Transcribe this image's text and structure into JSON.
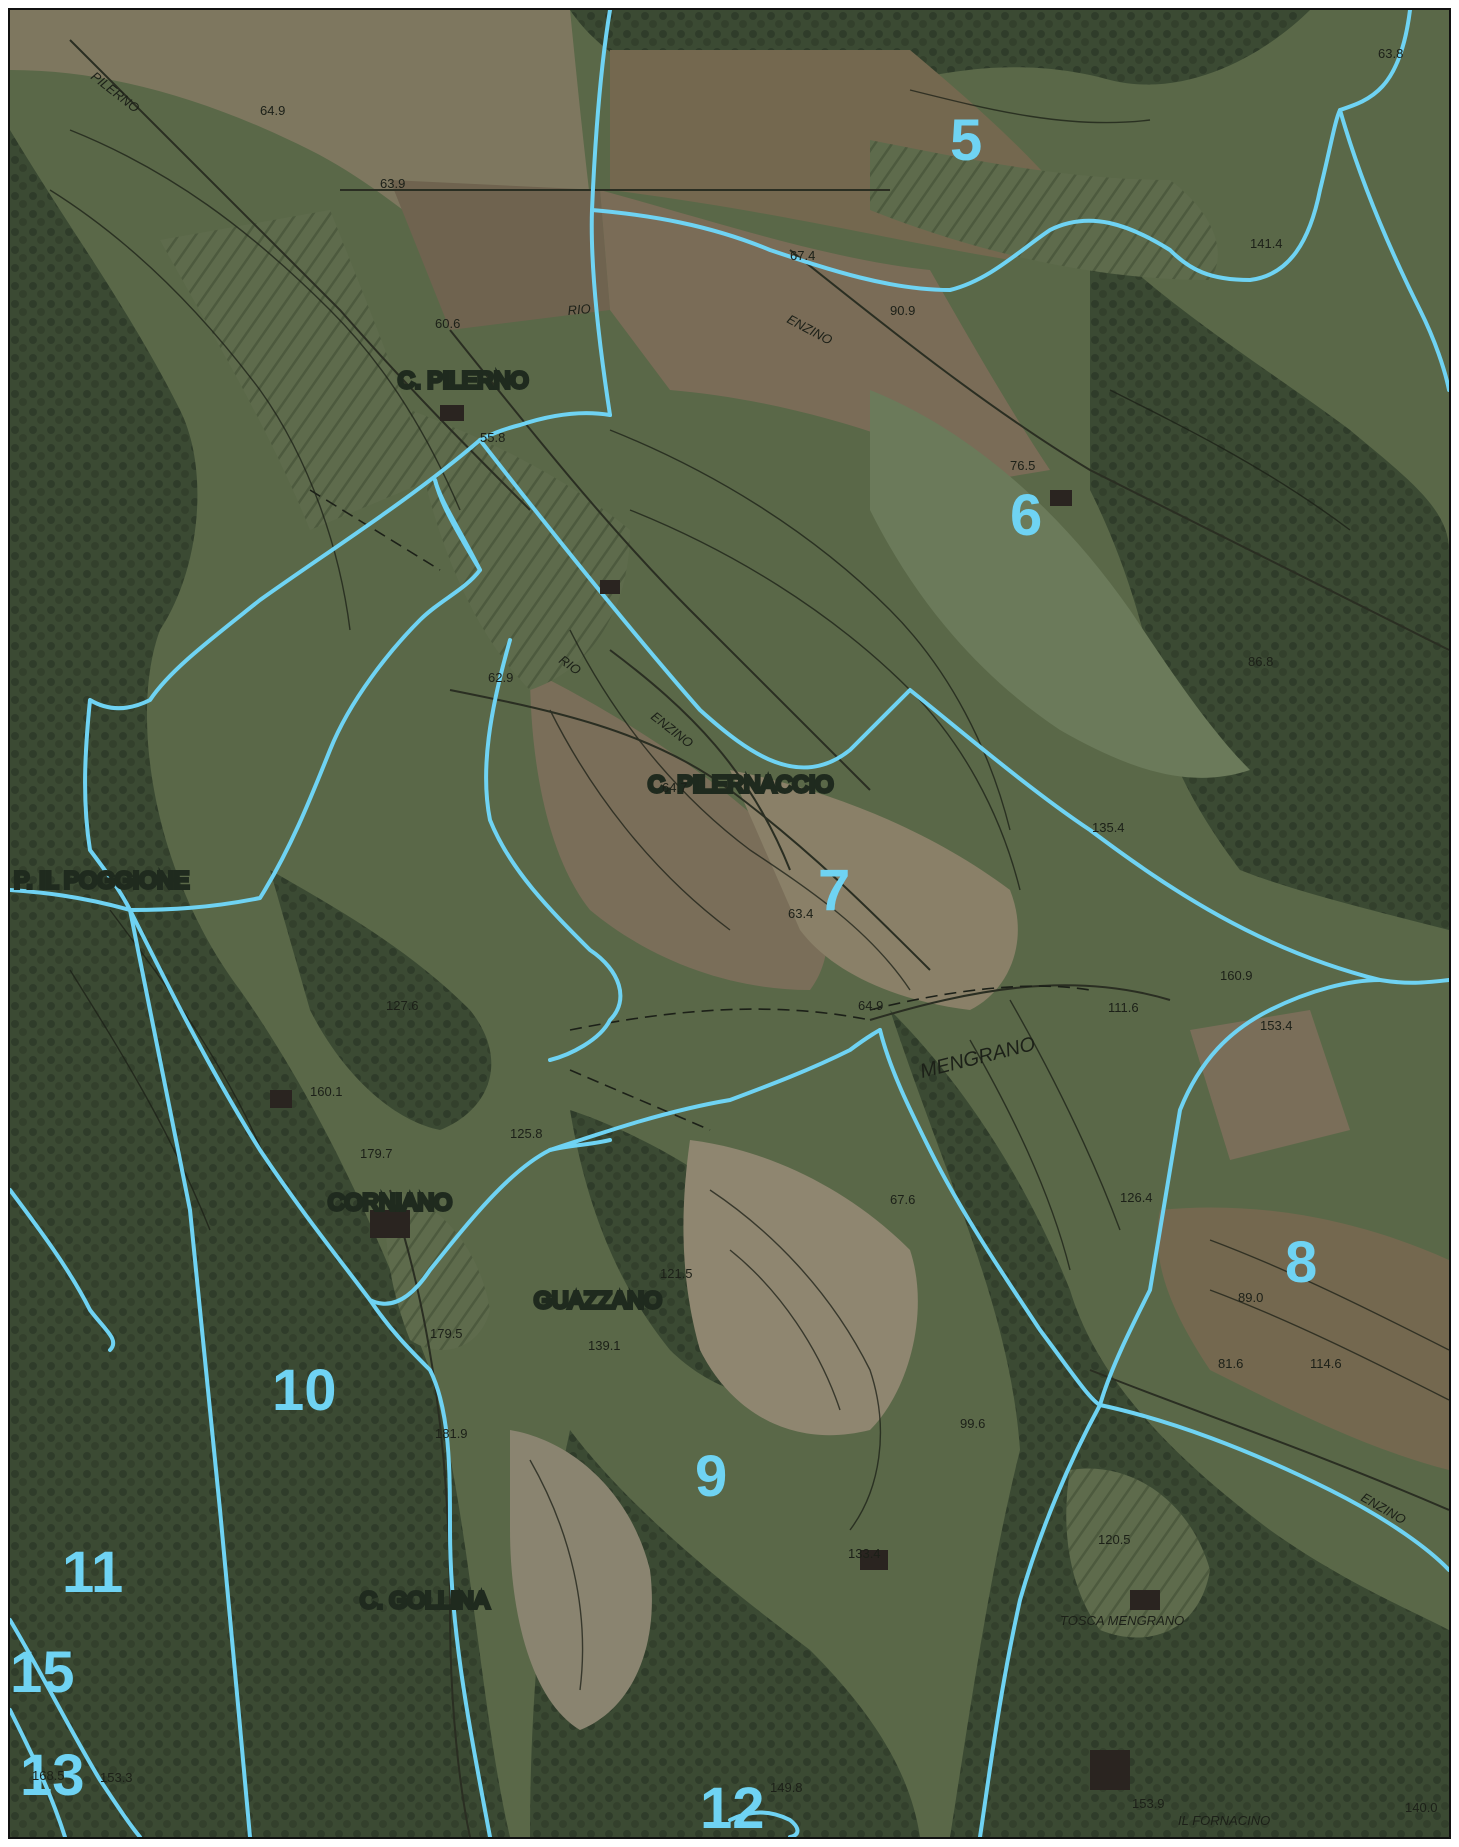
{
  "map": {
    "colors": {
      "boundary": "#6fd3f3",
      "zone_label": "#6fd3f3",
      "forest": "#3b4a33",
      "field": "#7e775f",
      "pasture": "#6b7a5a",
      "olive": "#5e6b4c",
      "place_label": "#ffffff"
    },
    "zones": [
      "5",
      "6",
      "7",
      "8",
      "9",
      "10",
      "11",
      "12",
      "13",
      "15"
    ],
    "places": [
      "C. PILERNO",
      "C. PILERNACCIO",
      "P. IL POGGIONE",
      "CORNIANO",
      "GUAZZANO",
      "C. GOLLINA",
      "TOSCA MENGRANO",
      "IL FORNACINO"
    ],
    "roads": [
      "PILERNO",
      "RIO",
      "ENZINO",
      "RIO",
      "ENZINO",
      "MENGRANO",
      "ENZINO"
    ],
    "elevations": [
      "64.9",
      "63.9",
      "60.6",
      "55.8",
      "67.4",
      "90.9",
      "76.5",
      "62.9",
      "64.7",
      "63.4",
      "64.9",
      "111.6",
      "135.4",
      "160.9",
      "153.4",
      "127.6",
      "160.1",
      "179.7",
      "125.8",
      "121.5",
      "139.1",
      "181.9",
      "179.5",
      "133.4",
      "149.8",
      "99.6",
      "67.6",
      "126.4",
      "89.0",
      "81.6",
      "114.6",
      "86.8",
      "141.4",
      "63.8",
      "168.5",
      "153.3",
      "120.5",
      "153.9",
      "140.0"
    ]
  }
}
